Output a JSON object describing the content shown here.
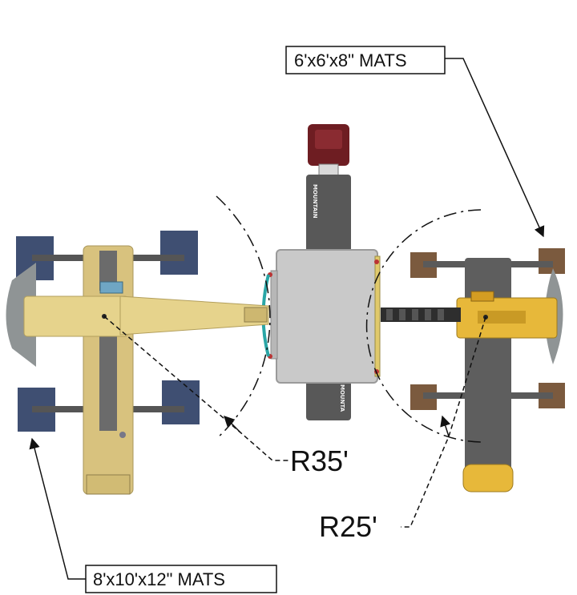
{
  "diagram": {
    "callouts": {
      "right_mats": "6'x6'x8\" MATS",
      "left_mats": "8'x10'x12\" MATS"
    },
    "radii": {
      "left_crane": "R35'",
      "right_crane": "R25'"
    },
    "truck_labels": {
      "top": "MOUNTAIN",
      "bottom": "MOUNTA"
    },
    "colors": {
      "crane_body": "#d8c27e",
      "crane_boom": "#e6d38c",
      "right_crane_body": "#e7b83a",
      "right_crane_carrier": "#5e5e5e",
      "mat_blue": "#3f4f72",
      "mat_wood": "#7b5a3e",
      "counterweight": "#8f9495",
      "load_plate": "#c9c9c9",
      "truck_cab": "#6e1d22",
      "truck_bed": "#585858"
    }
  }
}
